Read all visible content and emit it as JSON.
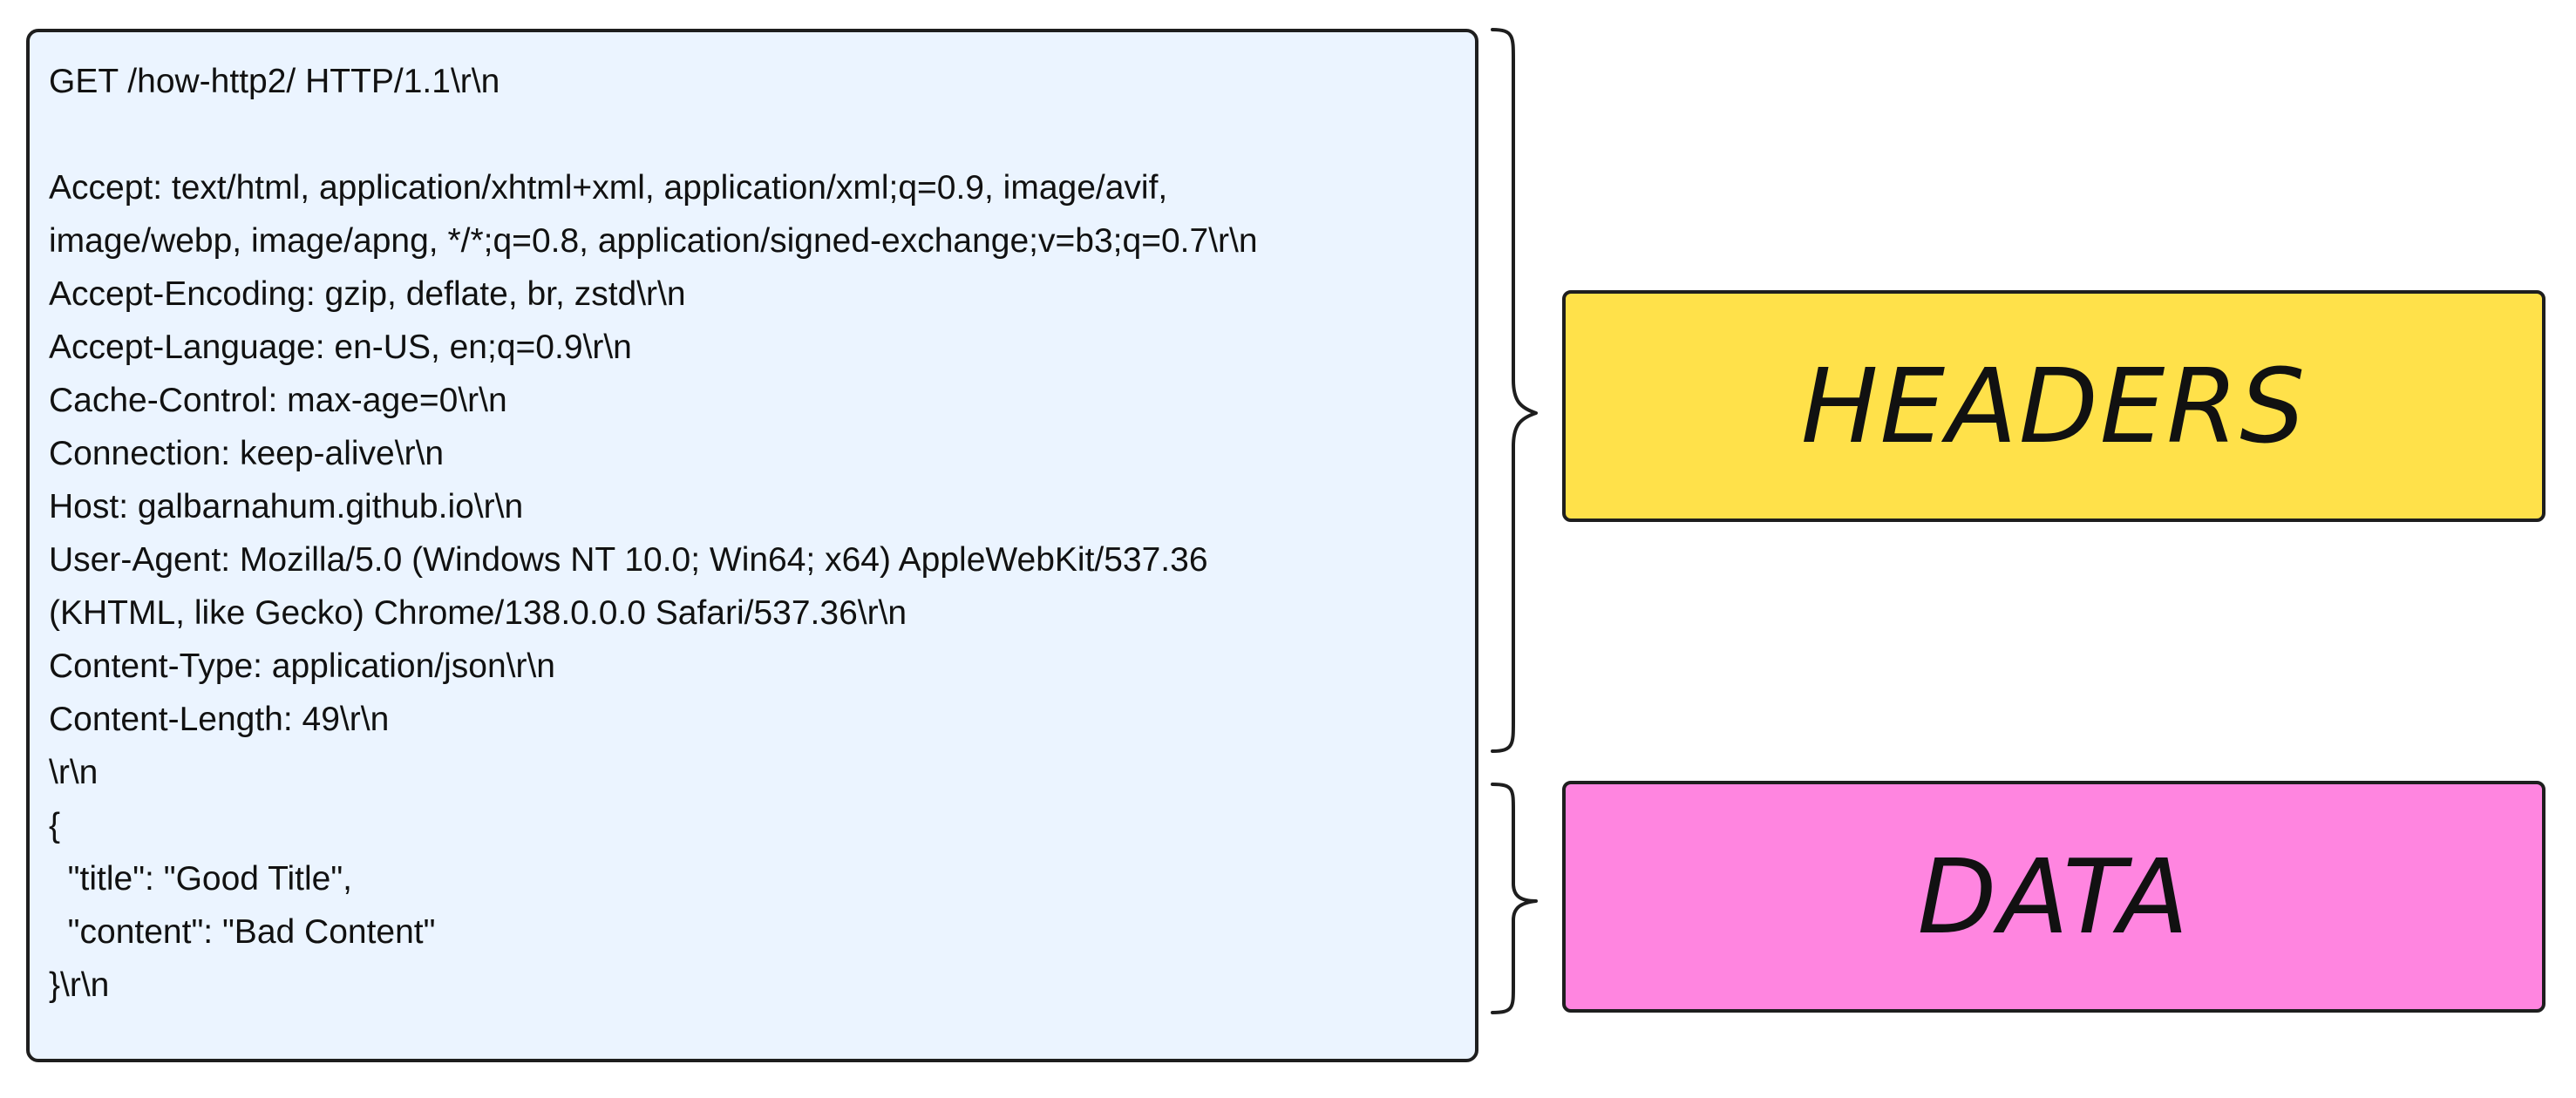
{
  "request": {
    "lines": [
      "GET /how-http2/ HTTP/1.1\\r\\n",
      "",
      "Accept: text/html, application/xhtml+xml, application/xml;q=0.9, image/avif,",
      "image/webp, image/apng, */*;q=0.8, application/signed-exchange;v=b3;q=0.7\\r\\n",
      "Accept-Encoding: gzip, deflate, br, zstd\\r\\n",
      "Accept-Language: en-US, en;q=0.9\\r\\n",
      "Cache-Control: max-age=0\\r\\n",
      "Connection: keep-alive\\r\\n",
      "Host: galbarnahum.github.io\\r\\n",
      "User-Agent: Mozilla/5.0 (Windows NT 10.0; Win64; x64) AppleWebKit/537.36",
      "(KHTML, like Gecko) Chrome/138.0.0.0 Safari/537.36\\r\\n",
      "Content-Type: application/json\\r\\n",
      "Content-Length: 49\\r\\n",
      "\\r\\n",
      "{",
      "  \"title\": \"Good Title\",",
      "  \"content\": \"Bad Content\"",
      "}\\r\\n"
    ]
  },
  "labels": {
    "headers": "HEADERS",
    "data": "DATA"
  },
  "colors": {
    "request_bg": "#ebf4ff",
    "headers_fill": "#ffe14a",
    "data_fill": "#ff85e0",
    "stroke": "#1e1e1e"
  }
}
